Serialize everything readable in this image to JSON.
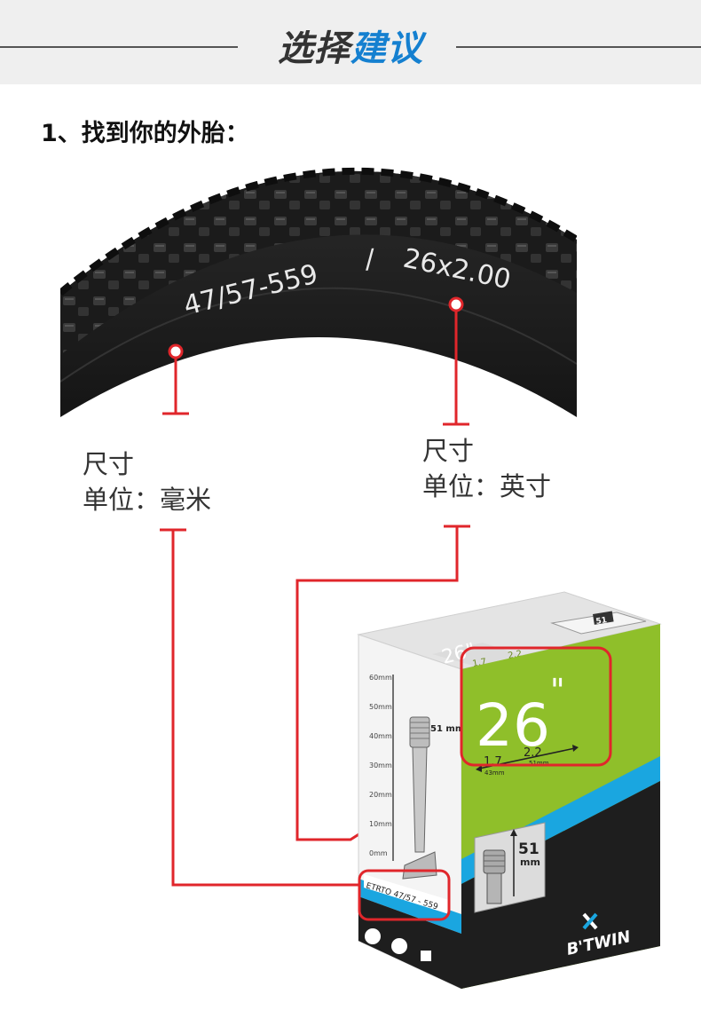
{
  "header": {
    "title_part1": "选择",
    "title_part2": "建议"
  },
  "step": {
    "heading": "1、找到你的外胎："
  },
  "tire": {
    "sidewall_metric": "47/57-559",
    "sidewall_separator": "/",
    "sidewall_inch": "26x2.00"
  },
  "labels": {
    "metric_line1": "尺寸",
    "metric_line2": "单位：毫米",
    "inch_line1": "尺寸",
    "inch_line2": "单位：英寸"
  },
  "box": {
    "front_size": "26",
    "front_inch_mark": "\"",
    "front_width_min": "1.7",
    "front_width_max": "2.2",
    "front_mm_min": "43mm",
    "front_mm_max": "51mm",
    "side_ruler": [
      "60mm",
      "50mm",
      "40mm",
      "30mm",
      "20mm",
      "10mm",
      "0mm"
    ],
    "side_valve_length": "51 mm",
    "side_etrto": "ETRTO 47/57 - 559",
    "top_size": "26\"",
    "top_width_min": "1.7",
    "top_width_max": "2.2",
    "top_valve_small": "51",
    "valve_length_number": "51",
    "valve_length_unit": "mm",
    "brand": "B'TWIN"
  },
  "colors": {
    "accent_blue": "#1580d0",
    "marker_red": "#e0262b",
    "box_green": "#8fbf2a",
    "box_cyan": "#1aa6e0",
    "box_black": "#1e1e1e",
    "tire_black": "#1b1b1b"
  }
}
